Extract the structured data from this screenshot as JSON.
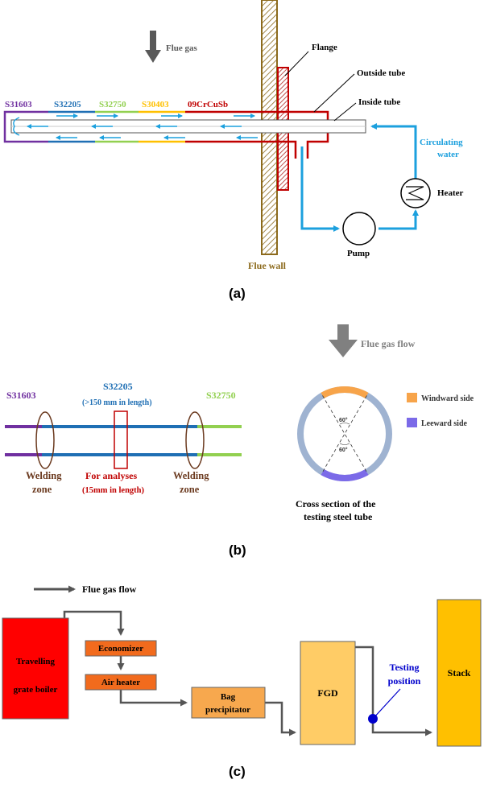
{
  "panel_a": {
    "label": "(a)",
    "flue_gas": "Flue gas",
    "flange": "Flange",
    "outside_tube": "Outside tube",
    "inside_tube": "Inside tube",
    "circulating_water_1": "Circulating",
    "circulating_water_2": "water",
    "heater": "Heater",
    "pump": "Pump",
    "flue_wall": "Flue wall",
    "materials": [
      {
        "name": "S31603",
        "color": "#7030a0"
      },
      {
        "name": "S32205",
        "color": "#1f6fb4"
      },
      {
        "name": "S32750",
        "color": "#92d050"
      },
      {
        "name": "S30403",
        "color": "#ffc000"
      },
      {
        "name": "09CrCuSb",
        "color": "#c00000"
      }
    ],
    "water_color": "#1ca0de"
  },
  "panel_b": {
    "label": "(b)",
    "left_material": "S31603",
    "mid_material": "S32205",
    "mid_note": "(>150 mm in length)",
    "right_material": "S32750",
    "welding_1": "Welding",
    "welding_2": "zone",
    "analysis_1": "For analyses",
    "analysis_2": "(15mm in length)",
    "flue_gas_flow": "Flue gas flow",
    "windward": "Windward side",
    "leeward": "Leeward side",
    "angle_top": "60°",
    "angle_bottom": "60°",
    "cross_1": "Cross section of the",
    "cross_2": "testing steel tube",
    "windward_color": "#f7a44a",
    "leeward_color": "#7b6ae8",
    "ring_color": "#9fb3d1"
  },
  "panel_c": {
    "label": "(c)",
    "flue_gas_flow": "Flue gas flow",
    "boiler_1": "Travelling",
    "boiler_2": "grate boiler",
    "economizer": "Economizer",
    "air_heater": "Air heater",
    "bag_1": "Bag",
    "bag_2": "precipitator",
    "fgd": "FGD",
    "testing_1": "Testing",
    "testing_2": "position",
    "stack": "Stack",
    "boiler_color": "#ff0000",
    "orange_color": "#f26b1d",
    "bag_color": "#f7a84e",
    "fgd_color": "#ffcc66",
    "stack_color": "#ffc000",
    "testing_color": "#0000cc"
  }
}
